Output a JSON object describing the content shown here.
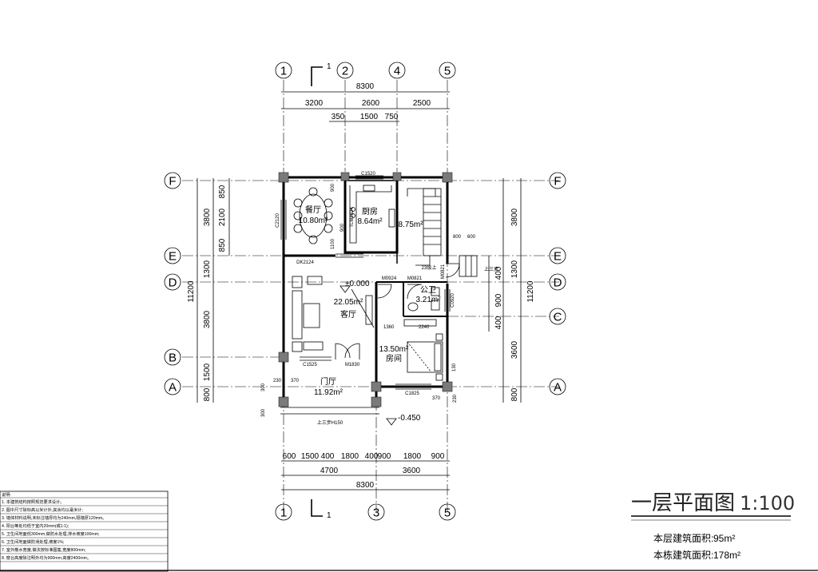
{
  "drawing": {
    "title": "一层平面图",
    "scale": "1:100",
    "floor_area_label": "本层建筑面积:",
    "floor_area_value": "95m²",
    "total_area_label": "本栋建筑面积:",
    "total_area_value": "178m²",
    "section_mark": "1",
    "elevation_zero": "±0.000",
    "elevation_minus": "-0.450"
  },
  "grid": {
    "top_axes": [
      "1",
      "2",
      "4",
      "5"
    ],
    "bottom_axes": [
      "1",
      "3",
      "5"
    ],
    "left_axes": [
      "F",
      "E",
      "D",
      "B",
      "A"
    ],
    "right_axes": [
      "F",
      "E",
      "D",
      "C",
      "A"
    ]
  },
  "dimensions": {
    "top_total": "8300",
    "top_spans": [
      "3200",
      "2600",
      "2500"
    ],
    "top_sub": [
      "350",
      "1500",
      "750"
    ],
    "bottom_detail": [
      "600",
      "1500",
      "400",
      "1800",
      "400",
      "900",
      "1800",
      "900"
    ],
    "bottom_spans": [
      "4700",
      "3600"
    ],
    "bottom_total": "8300",
    "left_inner": [
      "850",
      "2100",
      "850"
    ],
    "left_outer": [
      "3800",
      "1300",
      "3800",
      "1500",
      "800"
    ],
    "left_total": "11200",
    "right_inner": [
      "400",
      "900",
      "400"
    ],
    "right_outer": [
      "3800",
      "1300",
      "3600",
      "800"
    ],
    "right_total": "11200",
    "misc": [
      "230",
      "370",
      "300",
      "300",
      "130",
      "370",
      "230",
      "1360",
      "2240",
      "800",
      "600",
      "900",
      "1100",
      "900"
    ]
  },
  "rooms": [
    {
      "name": "餐厅",
      "area": "10.80m²"
    },
    {
      "name": "厨房",
      "area": "8.64m²"
    },
    {
      "name": "",
      "area": "8.75m²"
    },
    {
      "name": "客厅",
      "area": "22.05m²"
    },
    {
      "name": "公卫",
      "area": "3.21m²"
    },
    {
      "name": "房间",
      "area": "13.50m²"
    },
    {
      "name": "门厅",
      "area": "11.92m²"
    }
  ],
  "tags": {
    "c1520": "C1520",
    "c2120": "C2120",
    "tlm1824": "TLM1824",
    "dk2124": "DK2124",
    "m0924": "M0924",
    "m0821a": "M0821",
    "m0821b": "M0821",
    "c0920": "C0920",
    "c1525": "C1525",
    "m1830": "M1830",
    "c1825": "C1825",
    "stair": "23级上",
    "ramp_a": "上三步",
    "ramp_b": "上三步H150"
  },
  "notes": {
    "heading": "说明:",
    "lines": [
      "1. 本建筑结构按照规范要求设计。",
      "2. 图中尺寸除标高以米计外,其余均以毫米计;",
      "3. 墙体材料说明,未标注墙厚均为240mm,隔墙厚120mm。",
      "4. 阳台等处均低于室内20mm(或1:1);",
      "5. 卫生间地面低300mm,做防水处理,排水坡度100mm;",
      "6. 卫生间地面做防滑处理,坡度1%;",
      "7. 室外散水宽度,做法按标准图集,宽度800mm;",
      "8. 窗台高度除注明外均为900mm,高度2400mm。"
    ]
  }
}
